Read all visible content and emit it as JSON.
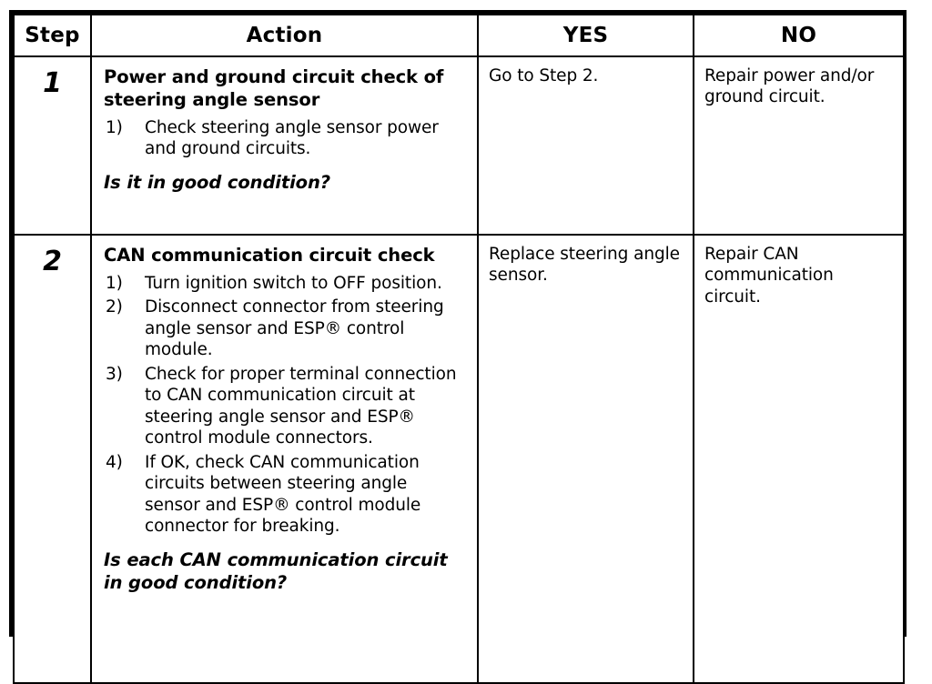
{
  "table": {
    "headers": [
      {
        "key": "step",
        "label": "Step"
      },
      {
        "key": "action",
        "label": "Action"
      },
      {
        "key": "yes",
        "label": "YES"
      },
      {
        "key": "no",
        "label": "NO"
      }
    ],
    "rows": [
      {
        "step": "1",
        "action": {
          "title": "Power and ground circuit check of steering angle sensor",
          "items": [
            {
              "marker": "1)",
              "text": "Check steering angle sensor power and ground circuits."
            }
          ],
          "question": "Is it in good condition?"
        },
        "yes": "Go to Step 2.",
        "no": "Repair power and/or ground circuit."
      },
      {
        "step": "2",
        "action": {
          "title": "CAN communication circuit check",
          "items": [
            {
              "marker": "1)",
              "text": "Turn ignition switch to OFF position."
            },
            {
              "marker": "2)",
              "text": "Disconnect connector from steering angle sensor and ESP® control module."
            },
            {
              "marker": "3)",
              "text": "Check for proper terminal connection to CAN communication circuit at steering angle sensor and ESP® control module connectors."
            },
            {
              "marker": "4)",
              "text": "If OK, check CAN communication circuits between steering angle sensor and ESP® control module connector for breaking."
            }
          ],
          "question": "Is each CAN communication circuit in good condition?"
        },
        "yes": "Replace steering angle sensor.",
        "no": "Repair CAN communication circuit."
      }
    ],
    "colors": {
      "border": "#000000",
      "text": "#000000",
      "background": "#ffffff"
    }
  }
}
